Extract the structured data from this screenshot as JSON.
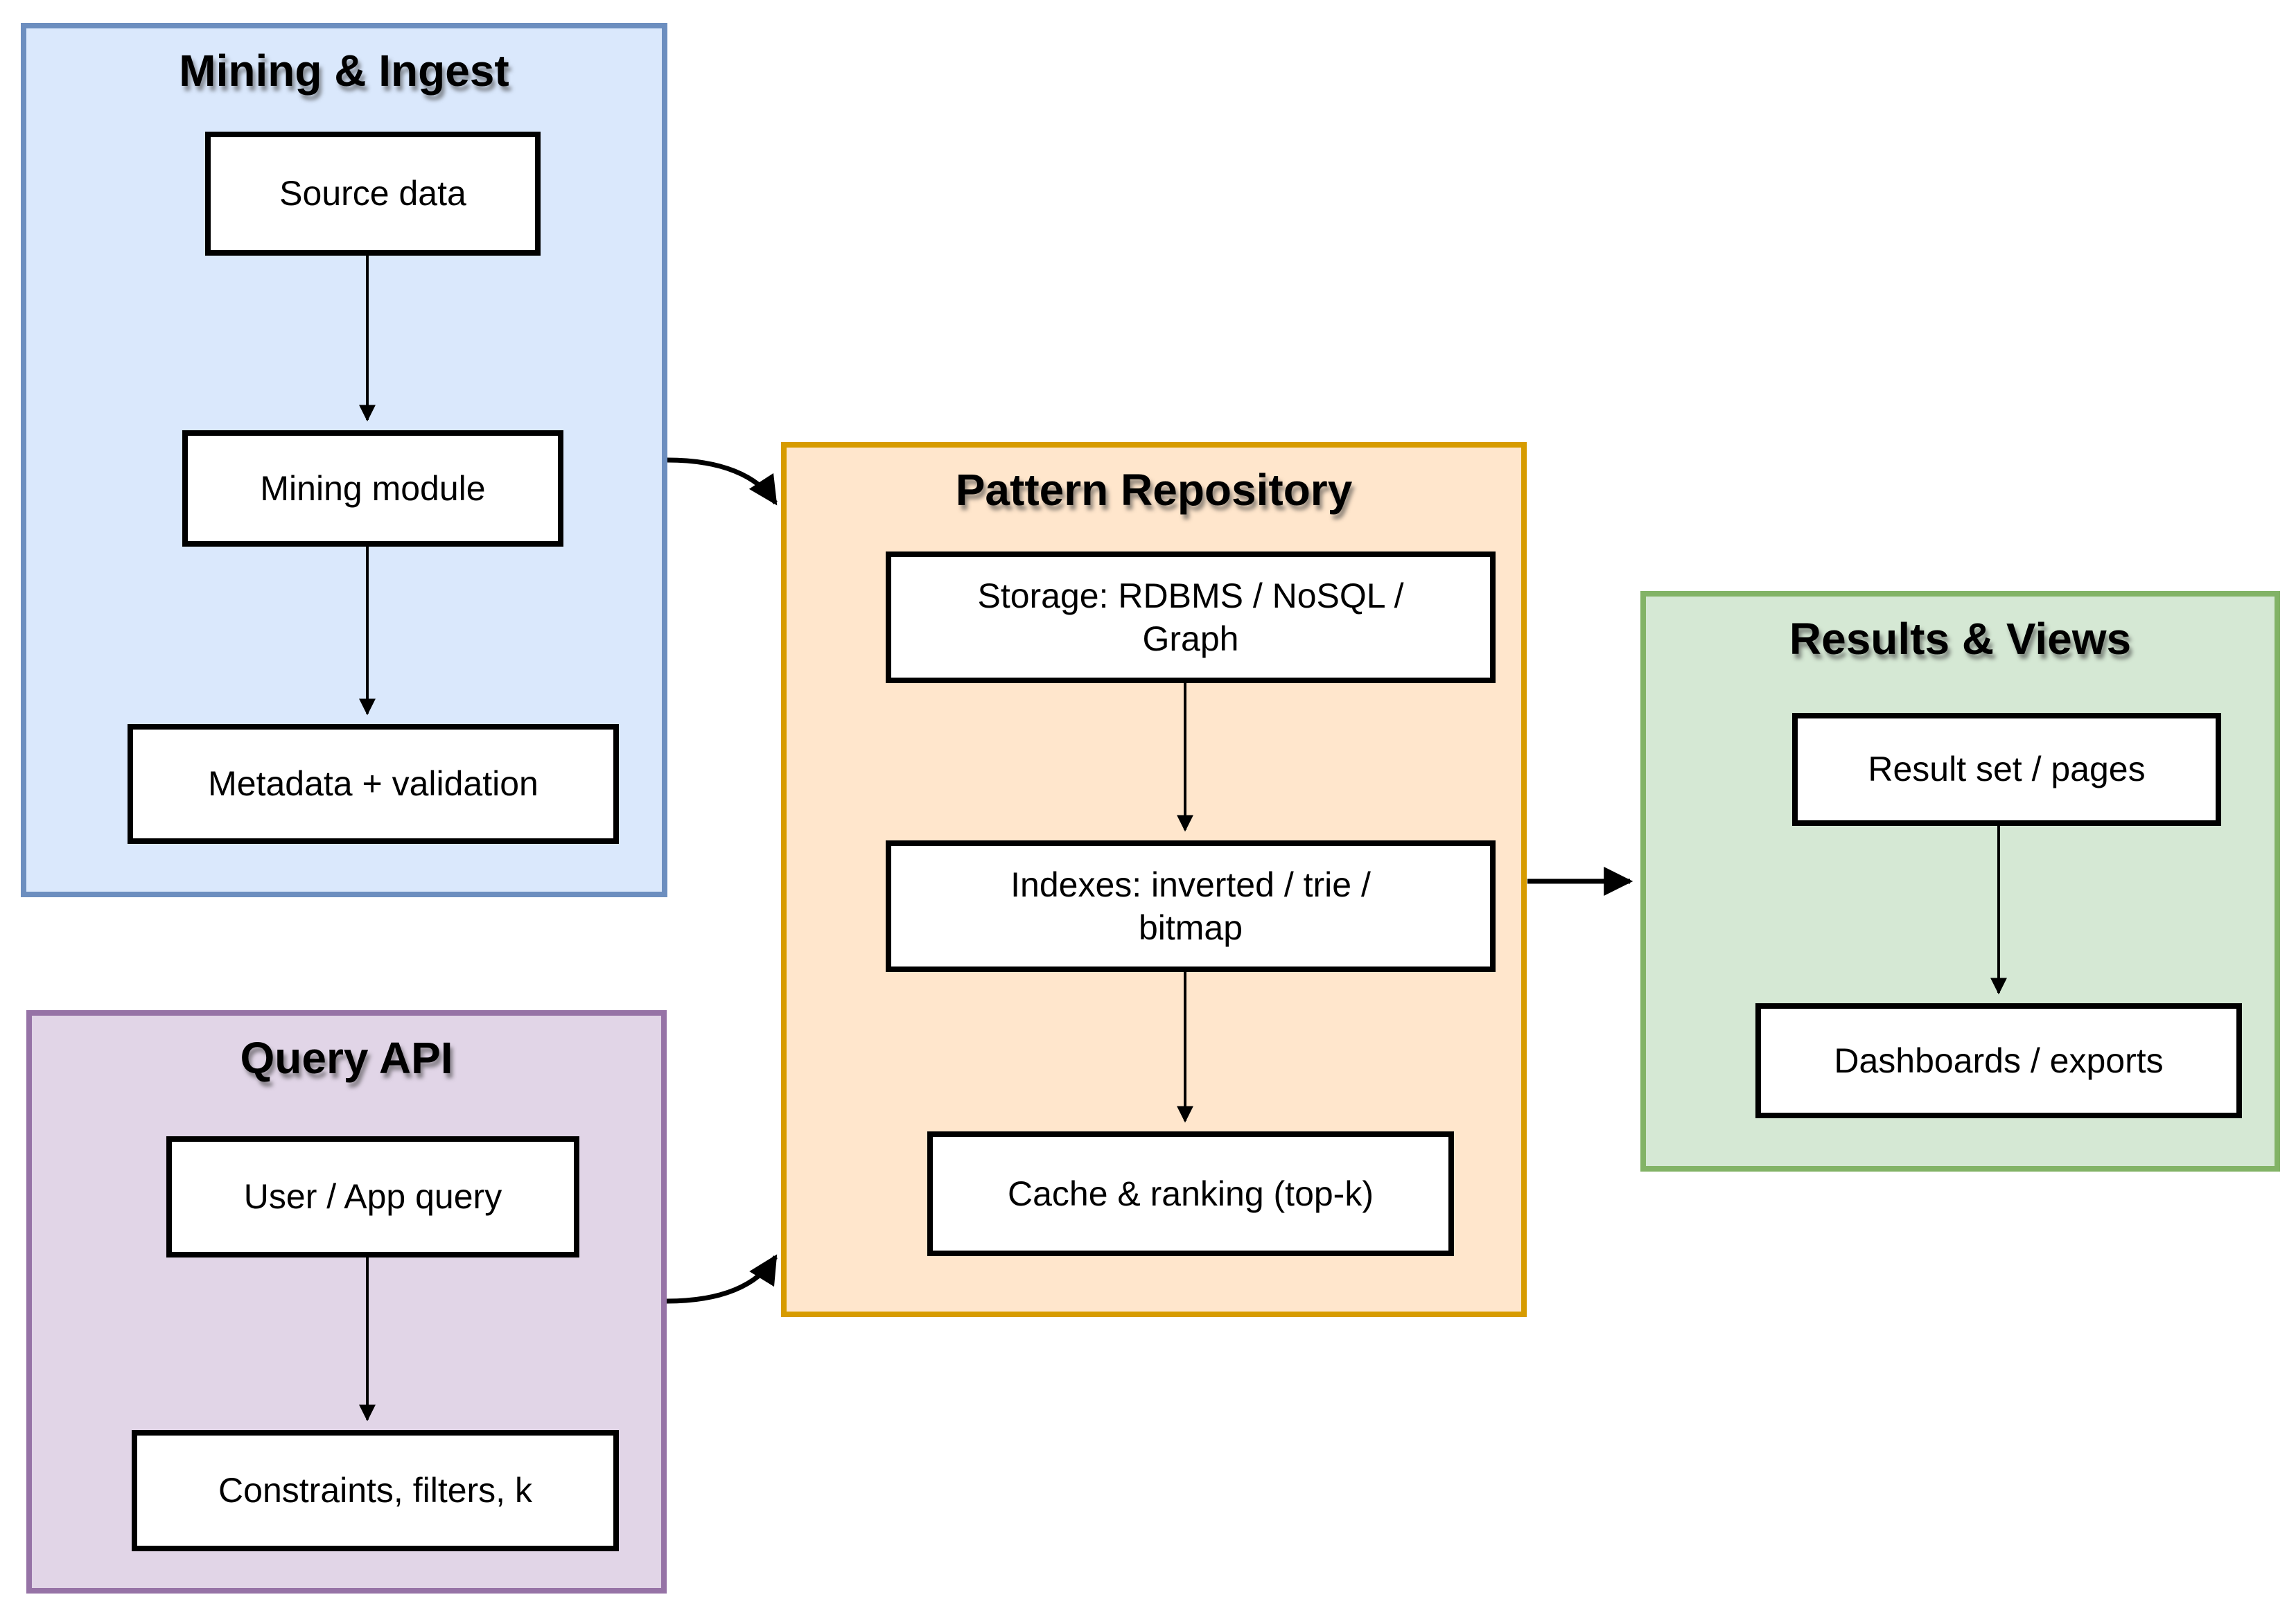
{
  "canvas": {
    "background": "#ffffff"
  },
  "node_style": {
    "fill": "#ffffff",
    "border": "#000000"
  },
  "edge_style": {
    "color": "#000000"
  },
  "groups": [
    {
      "id": "mining-ingest",
      "title": "Mining & Ingest",
      "fill": "#dae8fc",
      "border": "#6c8ebf",
      "nodes": [
        {
          "id": "source-data",
          "label": "Source data"
        },
        {
          "id": "mining-module",
          "label": "Mining module"
        },
        {
          "id": "metadata-validation",
          "label": "Metadata + validation"
        }
      ]
    },
    {
      "id": "query-api",
      "title": "Query API",
      "fill": "#e1d5e7",
      "border": "#9673a6",
      "nodes": [
        {
          "id": "user-app-query",
          "label": "User / App query"
        },
        {
          "id": "constraints-filters-k",
          "label": "Constraints, filters, k"
        }
      ]
    },
    {
      "id": "pattern-repository",
      "title": "Pattern Repository",
      "fill": "#ffe6cc",
      "border": "#d79b00",
      "nodes": [
        {
          "id": "storage",
          "label": "Storage: RDBMS / NoSQL / Graph"
        },
        {
          "id": "indexes",
          "label": "Indexes: inverted / trie / bitmap"
        },
        {
          "id": "cache-ranking",
          "label": "Cache & ranking (top-k)"
        }
      ]
    },
    {
      "id": "results-views",
      "title": "Results & Views",
      "fill": "#d5e8d4",
      "border": "#82b366",
      "nodes": [
        {
          "id": "result-set-pages",
          "label": "Result set / pages"
        },
        {
          "id": "dashboards-exports",
          "label": "Dashboards / exports"
        }
      ]
    }
  ],
  "edges": [
    {
      "from": "source-data",
      "to": "mining-module"
    },
    {
      "from": "mining-module",
      "to": "metadata-validation"
    },
    {
      "from": "user-app-query",
      "to": "constraints-filters-k"
    },
    {
      "from": "storage",
      "to": "indexes"
    },
    {
      "from": "indexes",
      "to": "cache-ranking"
    },
    {
      "from": "result-set-pages",
      "to": "dashboards-exports"
    },
    {
      "from": "mining-ingest",
      "to": "pattern-repository"
    },
    {
      "from": "query-api",
      "to": "pattern-repository"
    },
    {
      "from": "pattern-repository",
      "to": "results-views"
    }
  ]
}
